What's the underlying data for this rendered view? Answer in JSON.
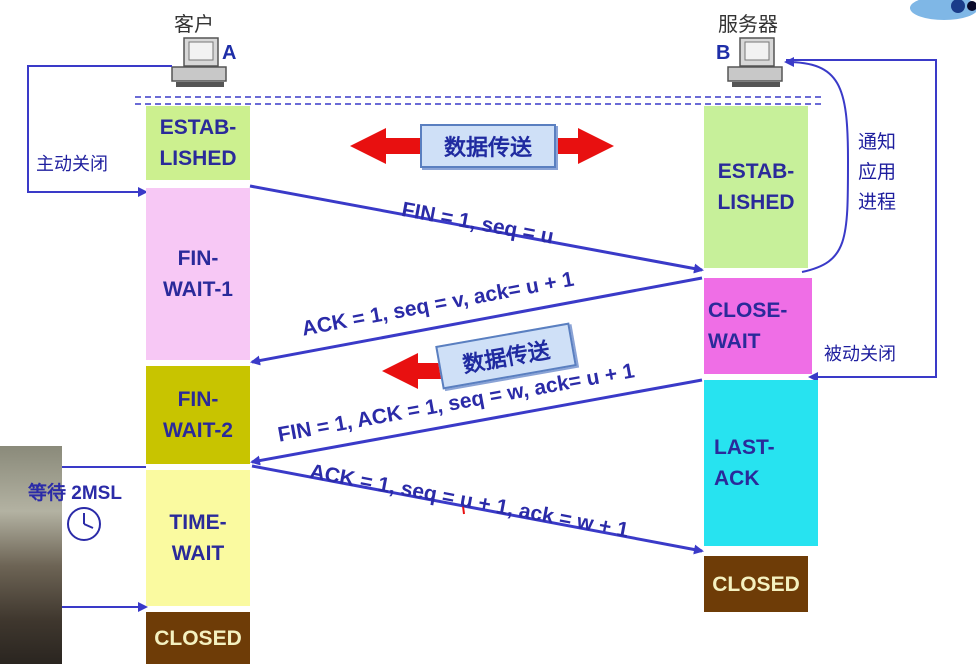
{
  "hosts": {
    "client_label": "客户",
    "client_letter": "A",
    "server_label": "服务器",
    "server_letter": "B"
  },
  "side_labels": {
    "active_close": "主动关闭",
    "notify_app": "通知\n应用\n进程",
    "passive_close": "被动关闭",
    "wait_2msl": "等待 2MSL"
  },
  "client_states": [
    {
      "label": "ESTAB-\nLISHED",
      "color": "#ccf08f"
    },
    {
      "label": "FIN-\nWAIT-1",
      "color": "#f7c8f5"
    },
    {
      "label": "FIN-\nWAIT-2",
      "color": "#c8c400"
    },
    {
      "label": "TIME-\nWAIT",
      "color": "#fafaa0"
    },
    {
      "label": "CLOSED",
      "color": "#6e3c07"
    }
  ],
  "server_states": [
    {
      "label": "ESTAB-\nLISHED",
      "color": "#c7f09a"
    },
    {
      "label": "CLOSE-\nWAIT",
      "color": "#ef6ee6"
    },
    {
      "label": "LAST-\nACK",
      "color": "#27e3f0"
    },
    {
      "label": "CLOSED",
      "color": "#6e3c07"
    }
  ],
  "segments": [
    {
      "label": "FIN = 1, seq = u"
    },
    {
      "label": "ACK = 1, seq = v, ack= u + 1"
    },
    {
      "label": "FIN = 1, ACK = 1, seq = w, ack= u + 1"
    },
    {
      "label": "ACK = 1, seq = u + 1, ack = w + 1"
    }
  ],
  "data_transfer": {
    "label_1": "数据传送",
    "label_2": "数据传送"
  },
  "colors": {
    "arrow": "#3a3ac8",
    "text": "#2a2a9a",
    "red_arrow": "#e81010"
  }
}
